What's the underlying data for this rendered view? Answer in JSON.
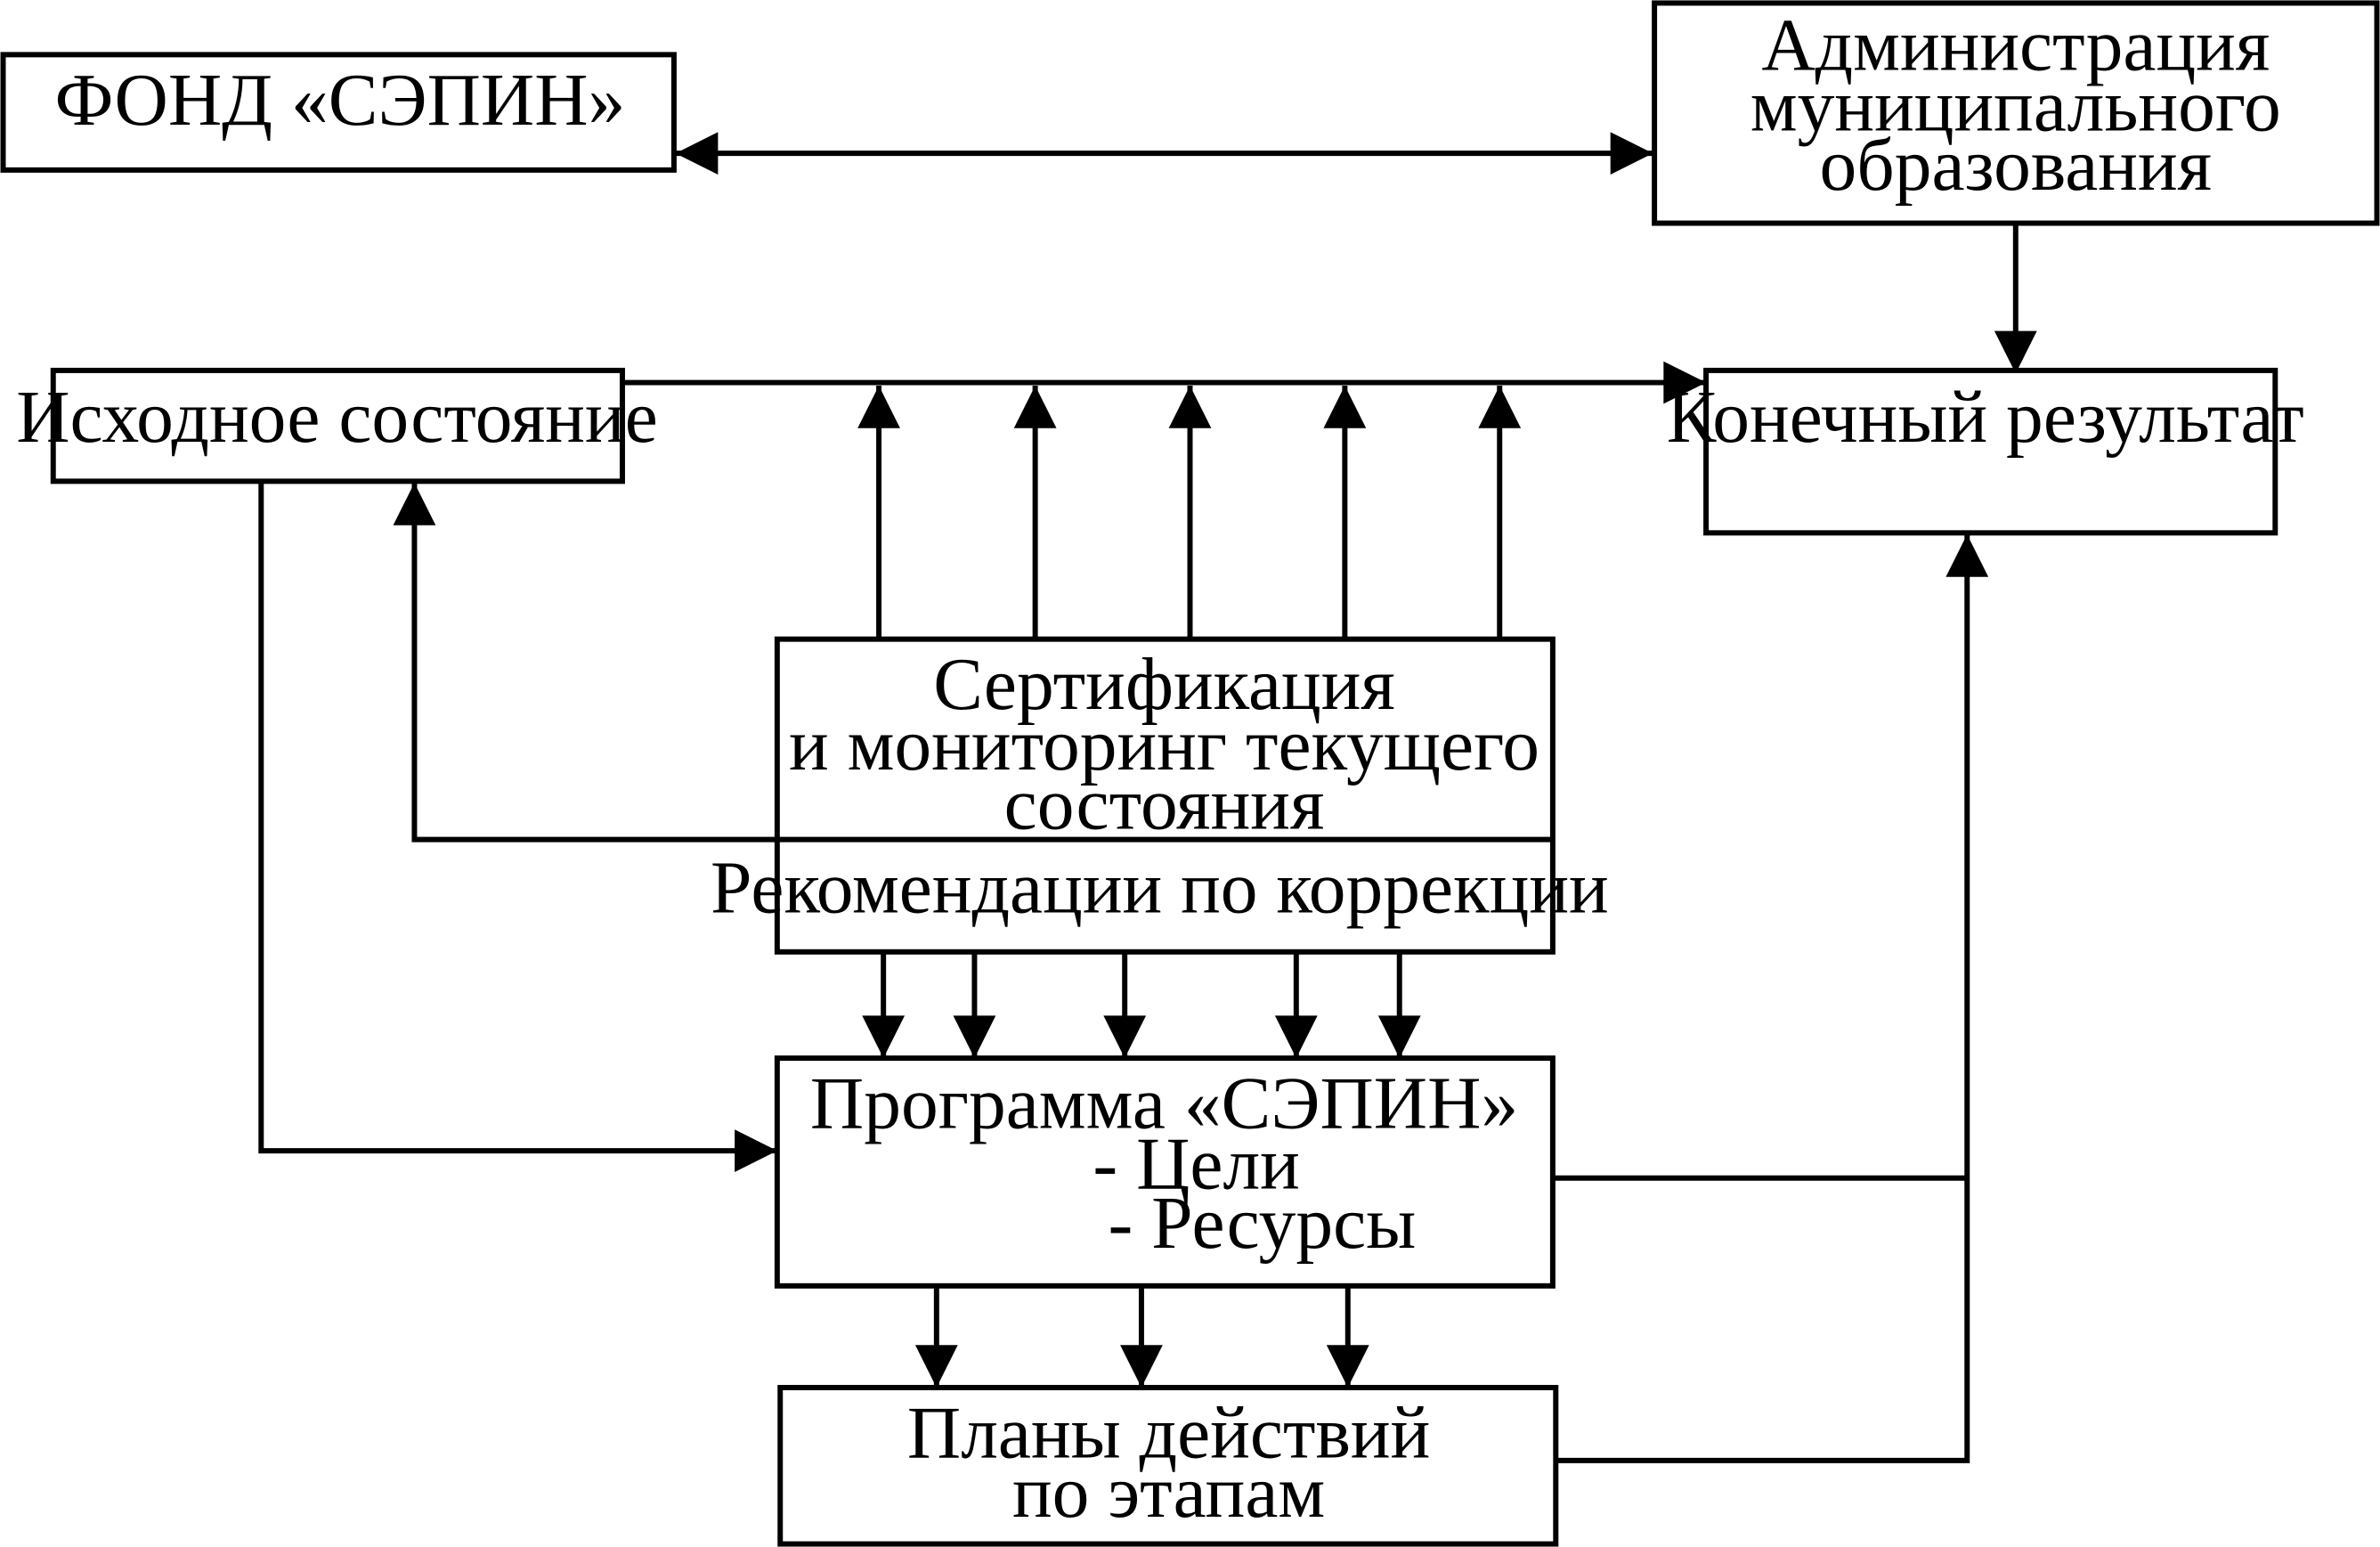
{
  "boxes": {
    "fund": {
      "lines": [
        "ФОНД «СЭПИН»"
      ]
    },
    "administration": {
      "lines": [
        "Администрация",
        "муниципального",
        "образования"
      ]
    },
    "initial_state": {
      "lines": [
        "Исходное состояние"
      ]
    },
    "final_result": {
      "lines": [
        "Конечный результат"
      ]
    },
    "certification": {
      "lines": [
        "Сертификация",
        "и мониторинг текущего",
        "состояния"
      ]
    },
    "recommendations": {
      "lines": [
        "Рекомендации по коррекции"
      ]
    },
    "program": {
      "lines": [
        "Программа «СЭПИН»",
        "- Цели",
        "- Ресурсы"
      ]
    },
    "plans": {
      "lines": [
        "Планы действий",
        "по этапам"
      ]
    }
  }
}
